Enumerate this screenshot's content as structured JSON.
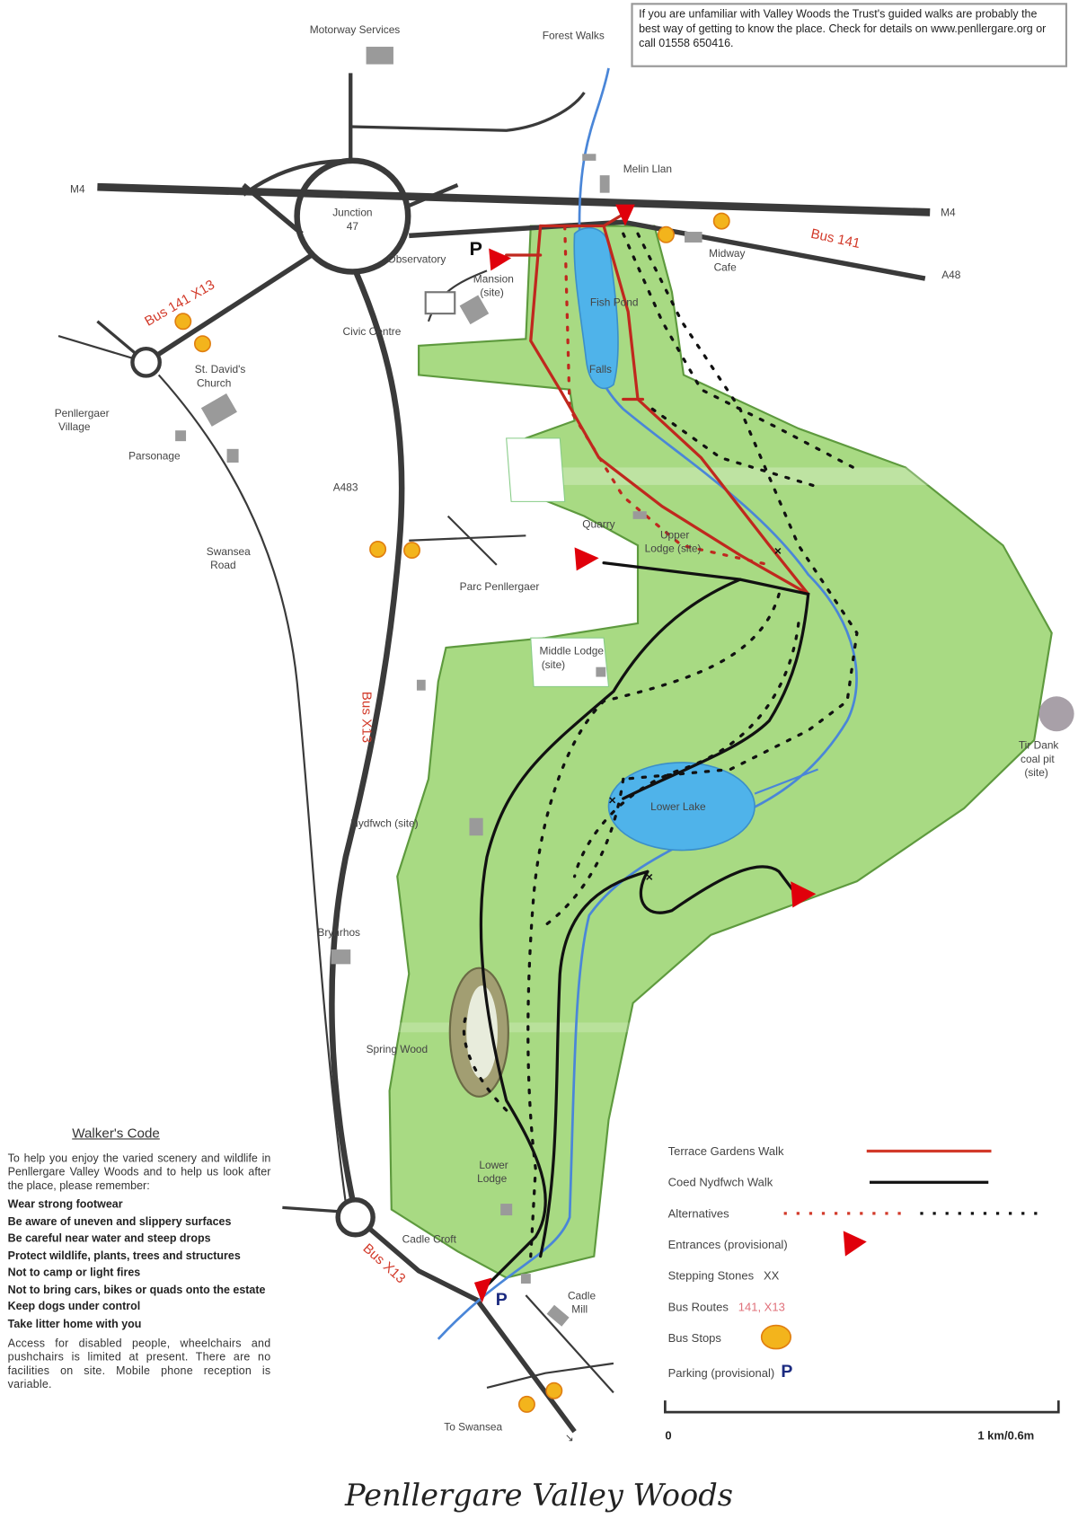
{
  "info_box": "If you are unfamiliar with Valley Woods the Trust's guided walks are probably the best way of getting to know the place. Check for details on www.penllergare.org or call 01558 650416.",
  "map": {
    "labels": {
      "motorway_services": "Motorway Services",
      "forest_walks": "Forest Walks",
      "m4_west": "M4",
      "m4_east": "M4",
      "junction_line1": "Junction",
      "junction_line2": "47",
      "melin_llan": "Melin Llan",
      "bus_141": "Bus 141",
      "a48": "A48",
      "midway_line1": "Midway",
      "midway_line2": "Cafe",
      "observatory": "Observatory",
      "mansion_line1": "Mansion",
      "mansion_line2": "(site)",
      "fish_pond": "Fish Pond",
      "falls": "Falls",
      "civic_centre": "Civic Centre",
      "bus_141_x13": "Bus 141  X13",
      "st_davids_line1": "St. David's",
      "st_davids_line2": "Church",
      "penllergaer_line1": "Penllergaer",
      "penllergaer_line2": "Village",
      "parsonage": "Parsonage",
      "a483": "A483",
      "swansea_road_line1": "Swansea",
      "swansea_road_line2": "Road",
      "quarry": "Quarry",
      "upper_lodge_line1": "Upper",
      "upper_lodge_line2": "Lodge (site)",
      "parc_penllergaer": "Parc Penllergaer",
      "middle_lodge_line1": "Middle Lodge",
      "middle_lodge_line2": "(site)",
      "bus_x13_vertical": "Bus X13",
      "nydfwch": "Nydfwch (site)",
      "lower_lake": "Lower Lake",
      "tir_dank_line1": "Tir Dank",
      "tir_dank_line2": "coal pit",
      "tir_dank_line3": "(site)",
      "brynrhos": "Brynrhos",
      "spring_wood": "Spring Wood",
      "lower_lodge_line1": "Lower",
      "lower_lodge_line2": "Lodge",
      "cadle_croft": "Cadle Croft",
      "cadle_mill_line1": "Cadle",
      "cadle_mill_line2": "Mill",
      "bus_x13_south": "Bus  X13",
      "to_swansea": "To Swansea",
      "parking": "P"
    },
    "colors": {
      "park": "#9fd67a",
      "park_edge": "#5e9a3e",
      "water": "#5ab4e8",
      "road": "#3a3a3a",
      "terrace_walk": "#c0281e",
      "coed_walk": "#111111",
      "entrance": "#e0000b",
      "bus_stop": "#f3b41c",
      "building": "#9a9a9a",
      "parking": "#1b2a80"
    }
  },
  "walkers_code": {
    "title": "Walker's Code",
    "intro": "To help you enjoy the varied scenery and wildlife in Penllergare Valley Woods and to help us look after the place, please remember:",
    "rules": [
      "Wear strong footwear",
      "Be aware of uneven and slippery surfaces",
      "Be careful near water and steep drops",
      "Protect wildlife, plants, trees and structures",
      "Not to camp or light fires",
      "Not to bring cars, bikes or quads onto the estate",
      "Keep dogs under control",
      "Take litter home with you"
    ],
    "access": "Access for disabled people, wheelchairs and pushchairs is limited at present. There are no facilities on site. Mobile phone reception is variable."
  },
  "legend": {
    "terrace": "Terrace Gardens Walk",
    "coed": "Coed Nydfwch Walk",
    "alternatives": "Alternatives",
    "entrances": "Entrances (provisional)",
    "stepping": "Stepping Stones",
    "stepping_symbol": "XX",
    "bus_routes": "Bus Routes",
    "bus_routes_value": "141, X13",
    "bus_stops": "Bus Stops",
    "parking": "Parking (provisional)",
    "parking_symbol": "P"
  },
  "scale": {
    "start": "0",
    "end": "1 km/0.6m"
  },
  "title": "Penllergare Valley Woods"
}
